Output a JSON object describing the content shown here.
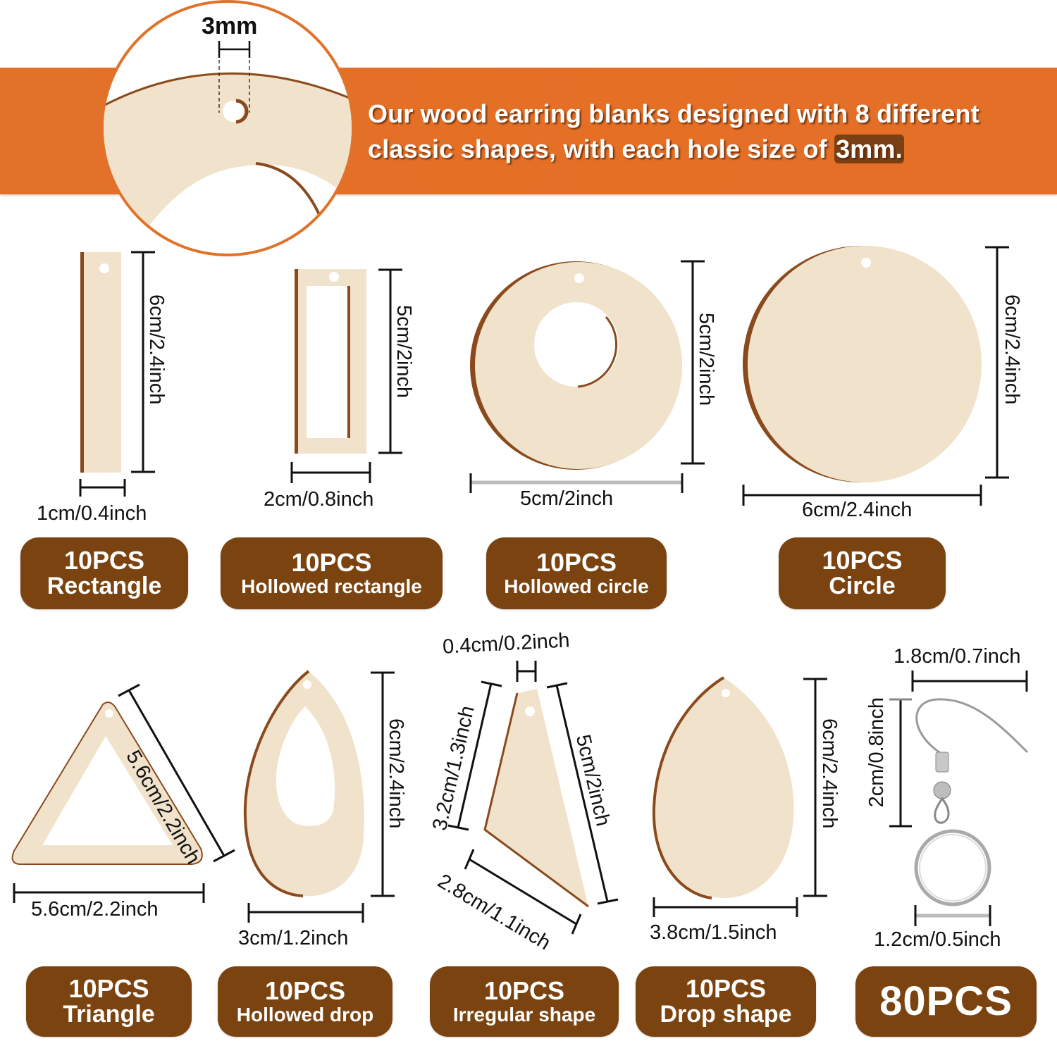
{
  "header": {
    "headline_part1": "Our wood earring blanks designed with 8 different classic shapes, with each hole size of ",
    "headline_highlight": "3mm.",
    "hole_label": "3mm"
  },
  "colors": {
    "banner": "#e56f25",
    "badge": "#7a430f",
    "wood": "#f1e2cb",
    "wood_edge": "#8a4a1c"
  },
  "products": [
    {
      "qty": "10PCS",
      "name": "Rectangle",
      "width": "1cm/0.4inch",
      "height": "6cm/2.4inch"
    },
    {
      "qty": "10PCS",
      "name": "Hollowed rectangle",
      "width": "2cm/0.8inch",
      "height": "5cm/2inch"
    },
    {
      "qty": "10PCS",
      "name": "Hollowed circle",
      "width": "5cm/2inch",
      "height": "5cm/2inch"
    },
    {
      "qty": "10PCS",
      "name": "Circle",
      "width": "6cm/2.4inch",
      "height": "6cm/2.4inch"
    },
    {
      "qty": "10PCS",
      "name": "Triangle",
      "width": "5.6cm/2.2inch",
      "side": "5.6cm/2.2inch"
    },
    {
      "qty": "10PCS",
      "name": "Hollowed drop",
      "width": "3cm/1.2inch",
      "height": "6cm/2.4inch"
    },
    {
      "qty": "10PCS",
      "name": "Irregular shape",
      "top": "0.4cm/0.2inch",
      "left": "3.2cm/1.3inch",
      "right": "5cm/2inch",
      "bottom": "2.8cm/1.1inch"
    },
    {
      "qty": "10PCS",
      "name": "Drop shape",
      "width": "3.8cm/1.5inch",
      "height": "6cm/2.4inch"
    }
  ],
  "accessories": {
    "hook_width": "1.8cm/0.7inch",
    "hook_height": "2cm/0.8inch",
    "ring_width": "1.2cm/0.5inch",
    "total": "80PCS"
  }
}
